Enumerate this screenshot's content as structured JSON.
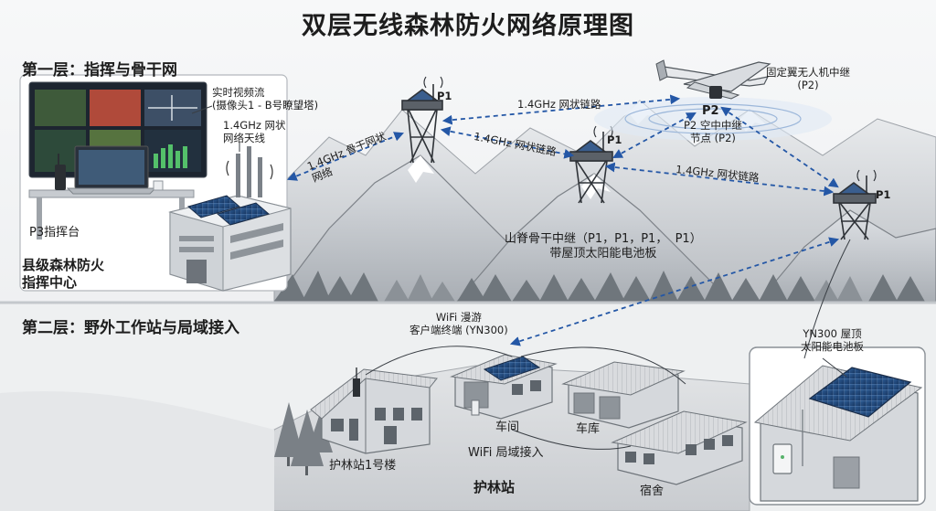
{
  "title": "双层无线森林防火网络原理图",
  "layer1": {
    "heading": "第一层：指挥与骨干网",
    "video_stream": "实时视频流\n(摄像头1 - B号瞭望塔)",
    "mesh_antenna": "1.4GHz 网状\n网络天线",
    "p3_label": "P3指挥台",
    "center_label": "县级森林防火\n指挥中心",
    "backbone_link": "1.4GHz 骨干网状\n网络",
    "link_a": "1.4GHz 网状链路",
    "link_b": "1.4GHz 网状链路",
    "link_c": "1.4GHz 网状链路",
    "tower_tag": "P1",
    "uav_tag": "P2",
    "uav_label": "固定翼无人机中继\n(P2)",
    "air_node": "P2 空中中继\n节点 (P2)",
    "ridge_relay": "山脊骨干中继（P1，P1，P1，  P1）\n带屋顶太阳能电池板"
  },
  "layer2": {
    "heading": "第二层：野外工作站与局域接入",
    "wifi_client": "WiFi 漫游\n客户端终端 (YN300)",
    "solar_inset": "YN300 屋顶\n太阳能电池板",
    "building1": "护林站1号楼",
    "workshop": "车间",
    "garage": "车库",
    "wifi_access": "WiFi 局域接入",
    "dorm": "宿舍",
    "station": "护林站"
  }
}
